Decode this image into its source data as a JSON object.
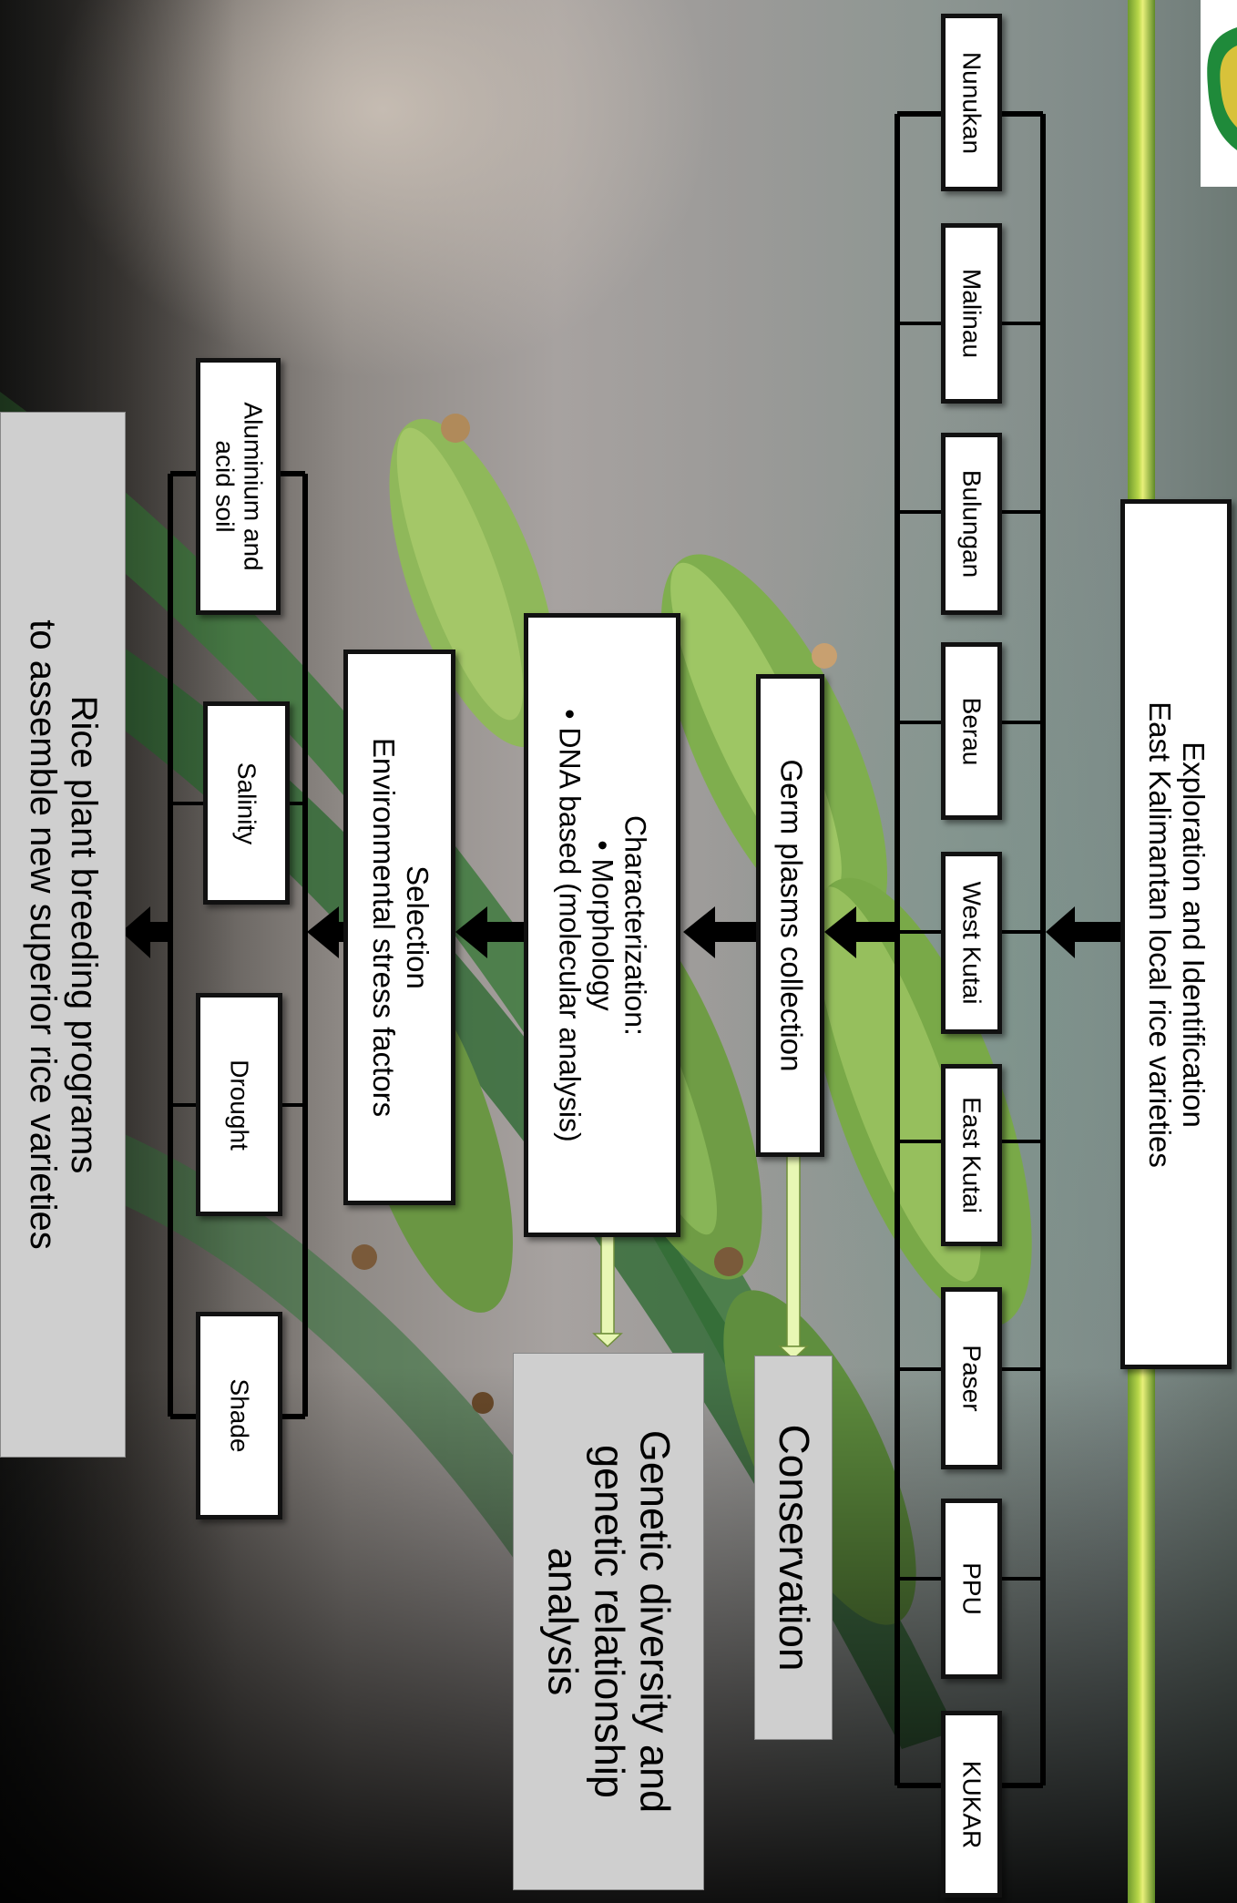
{
  "exploration": {
    "line1": "Exploration and Identification",
    "line2": "East Kalimantan local rice varieties"
  },
  "regions": [
    "Nunukan",
    "Malinau",
    "Bulungan",
    "Berau",
    "West Kutai",
    "East Kutai",
    "Paser",
    "PPU",
    "KUKAR"
  ],
  "germplasm": "Germ plasms collection",
  "conservation": "Conservation",
  "characterization": {
    "title": "Characterization:",
    "item1": "• Morphology",
    "item2": "• DNA based (molecular analysis)"
  },
  "genetic_diversity": {
    "line1": "Genetic diversity and",
    "line2": "genetic relationship",
    "line3": "analysis"
  },
  "selection": {
    "line1": "Selection",
    "line2": "Environmental stress factors"
  },
  "stress_factors": [
    {
      "line1": "Aluminium and",
      "line2": "acid soil"
    },
    {
      "line1": "Salinity",
      "line2": ""
    },
    {
      "line1": "Drought",
      "line2": ""
    },
    {
      "line1": "Shade",
      "line2": ""
    }
  ],
  "breeding": {
    "line1": "Rice plant breeding programs",
    "line2": "to assemble new superior rice varieties"
  },
  "colors": {
    "logo_green": "#1f8a3a",
    "logo_gold": "#d8c23a",
    "light_arrow": "#e8f7b4"
  }
}
